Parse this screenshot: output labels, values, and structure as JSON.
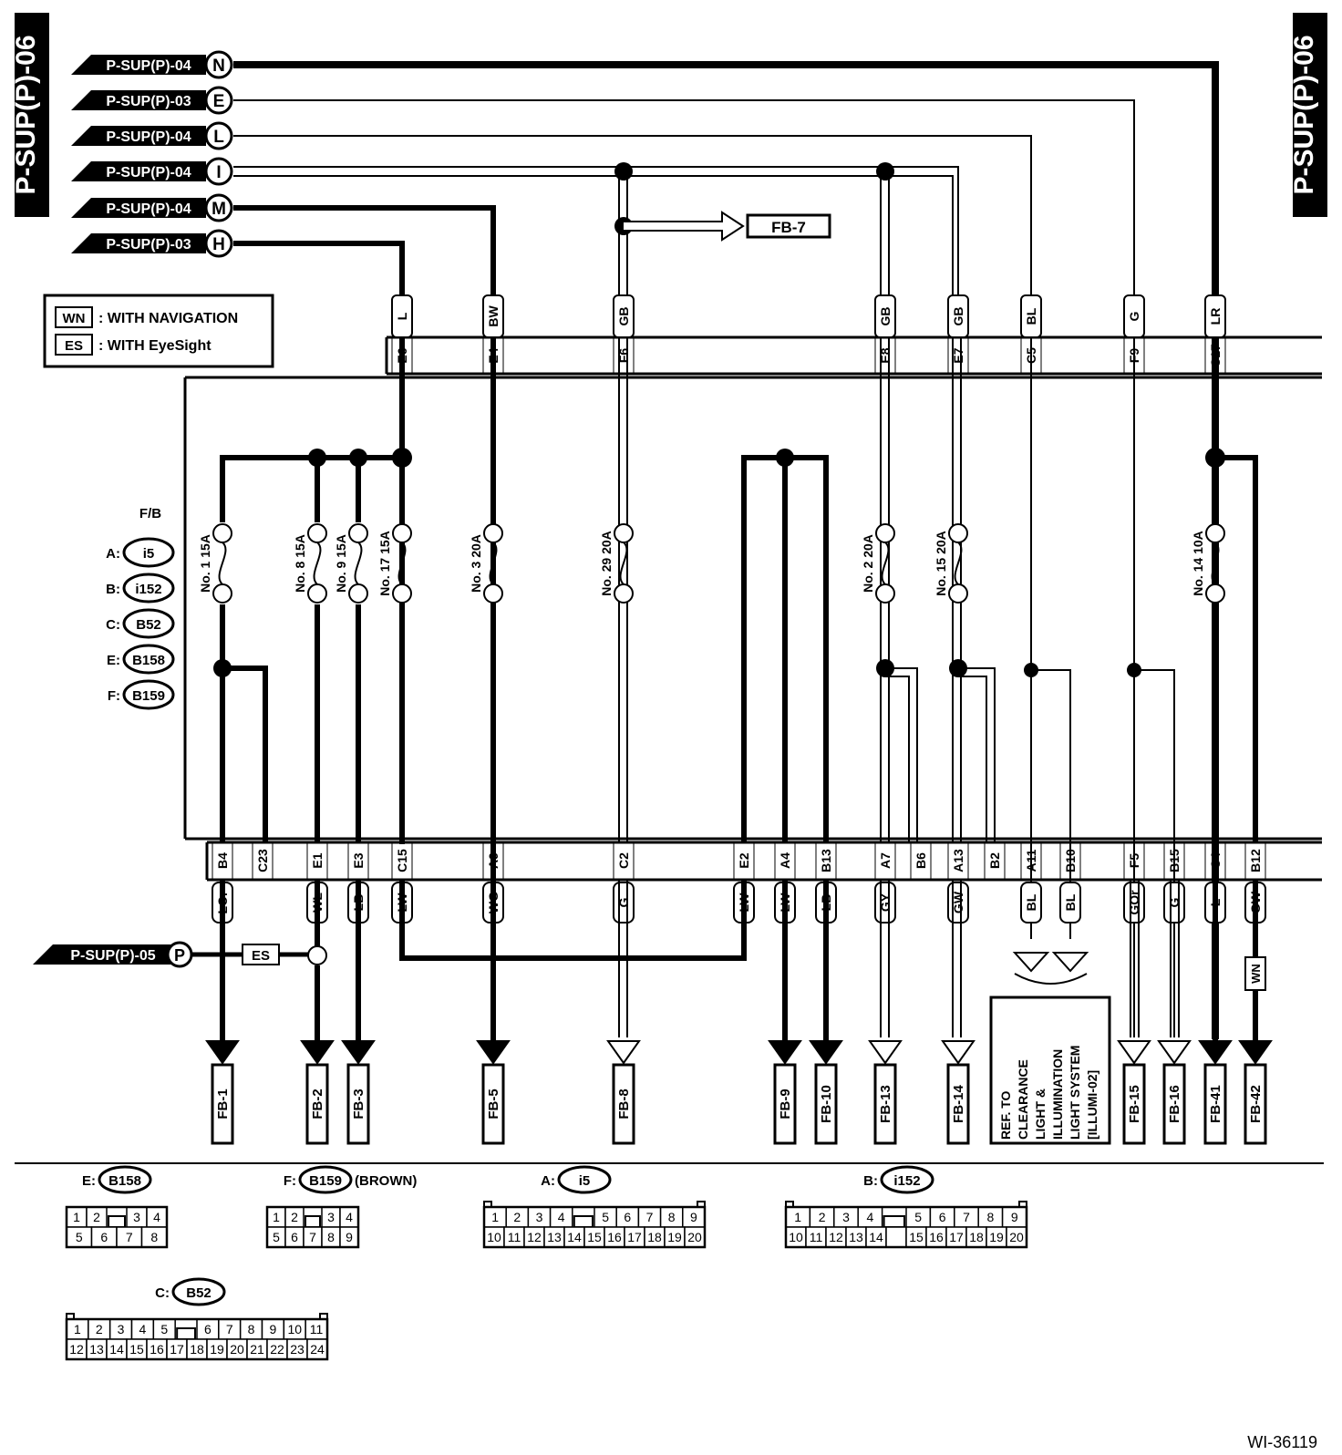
{
  "sheet": {
    "side_label": "P-SUP(P)-06",
    "figure_id": "WI-36119"
  },
  "inputs": [
    {
      "ref": "P-SUP(P)-04",
      "letter": "N"
    },
    {
      "ref": "P-SUP(P)-03",
      "letter": "E"
    },
    {
      "ref": "P-SUP(P)-04",
      "letter": "L"
    },
    {
      "ref": "P-SUP(P)-04",
      "letter": "I"
    },
    {
      "ref": "P-SUP(P)-04",
      "letter": "M"
    },
    {
      "ref": "P-SUP(P)-03",
      "letter": "H"
    },
    {
      "ref": "P-SUP(P)-05",
      "letter": "P"
    }
  ],
  "fb7": "FB-7",
  "legend": [
    {
      "code": "WN",
      "text": ": WITH NAVIGATION"
    },
    {
      "code": "ES",
      "text": ": WITH EyeSight"
    }
  ],
  "fb_title": "F/B",
  "connectors": [
    {
      "key": "A:",
      "code": "i5"
    },
    {
      "key": "B:",
      "code": "i152"
    },
    {
      "key": "C:",
      "code": "B52"
    },
    {
      "key": "E:",
      "code": "B158"
    },
    {
      "key": "F:",
      "code": "B159"
    }
  ],
  "top_wires": [
    {
      "color": "L",
      "pin": "E6"
    },
    {
      "color": "BW",
      "pin": "E4"
    },
    {
      "color": "GB",
      "pin": "F6"
    },
    {
      "color": "GB",
      "pin": "E8"
    },
    {
      "color": "GB",
      "pin": "E7"
    },
    {
      "color": "BL",
      "pin": "C5"
    },
    {
      "color": "G",
      "pin": "F9"
    },
    {
      "color": "LR",
      "pin": "C17"
    }
  ],
  "fuses": [
    "No. 1 15A",
    "No. 8 15A",
    "No. 9 15A",
    "No. 17 15A",
    "No. 3 20A",
    "No. 29 20A",
    "No. 2 20A",
    "No. 15 20A",
    "No. 14 10A"
  ],
  "bottom_pins": [
    "B4",
    "C23",
    "E1",
    "E3",
    "C15",
    "A9",
    "C2",
    "E2",
    "A4",
    "B13",
    "A7",
    "B6",
    "A13",
    "B2",
    "A11",
    "B10",
    "F5",
    "B15",
    "C4",
    "B12"
  ],
  "bottom_wires": [
    "LOr",
    "WL",
    "LB",
    "LW",
    "WG",
    "G",
    "LW",
    "LW",
    "LB",
    "GY",
    "GW",
    "BL",
    "BL",
    "GOr",
    "G",
    "L",
    "GW"
  ],
  "es_label": "ES",
  "wn_label": "WN",
  "outputs": [
    "FB-1",
    "FB-2",
    "FB-3",
    "FB-5",
    "FB-8",
    "FB-9",
    "FB-10",
    "FB-13",
    "FB-14",
    "FB-15",
    "FB-16",
    "FB-41",
    "FB-42"
  ],
  "ref_box": [
    "REF. TO",
    "CLEARANCE",
    "LIGHT &",
    "ILLUMINATION",
    "LIGHT SYSTEM",
    "[ILLUMI-02]"
  ],
  "connector_views": [
    {
      "prefix": "E:",
      "code": "B158",
      "note": "",
      "rows": [
        [
          "1",
          "2",
          "",
          "3",
          "4"
        ],
        [
          "5",
          "6",
          "7",
          "8"
        ]
      ]
    },
    {
      "prefix": "F:",
      "code": "B159",
      "note": "(BROWN)",
      "rows": [
        [
          "1",
          "2",
          "",
          "3",
          "4"
        ],
        [
          "5",
          "6",
          "7",
          "8",
          "9"
        ]
      ]
    },
    {
      "prefix": "A:",
      "code": "i5",
      "note": "",
      "rows": [
        [
          "1",
          "2",
          "3",
          "4",
          "",
          "5",
          "6",
          "7",
          "8",
          "9"
        ],
        [
          "10",
          "11",
          "12",
          "13",
          "14",
          "15",
          "16",
          "17",
          "18",
          "19",
          "20"
        ]
      ]
    },
    {
      "prefix": "B:",
      "code": "i152",
      "note": "",
      "rows": [
        [
          "1",
          "2",
          "3",
          "4",
          "",
          "5",
          "6",
          "7",
          "8",
          "9"
        ],
        [
          "10",
          "11",
          "12",
          "13",
          "14",
          "",
          "15",
          "16",
          "17",
          "18",
          "19",
          "20"
        ]
      ]
    },
    {
      "prefix": "C:",
      "code": "B52",
      "note": "",
      "rows": [
        [
          "1",
          "2",
          "3",
          "4",
          "5",
          "",
          "6",
          "7",
          "8",
          "9",
          "10",
          "11"
        ],
        [
          "12",
          "13",
          "14",
          "15",
          "16",
          "17",
          "18",
          "19",
          "20",
          "21",
          "22",
          "23",
          "24"
        ]
      ]
    }
  ]
}
